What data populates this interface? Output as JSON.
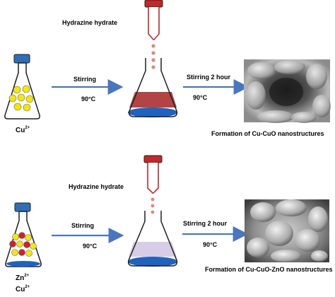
{
  "colors": {
    "outline": "#1f1f1f",
    "cap_blue": "#2f6fb5",
    "liquid_blue": "#1f63bf",
    "dropper_red": "#c0282a",
    "drop_dot": "#d98a7a",
    "red_solution": "#b34446",
    "lavender_solution": "#d7cde6",
    "cu_particle": "#f2e610",
    "zn_particle": "#d21f2a",
    "arrow_blue": "#4a76bf"
  },
  "top_row": {
    "reagent_label": "Hydrazine hydrate",
    "arrow1_label": "Stirring",
    "arrow1_temp": "90°C",
    "arrow2_label": "Stirring  2 hour",
    "arrow2_temp": "90°C",
    "ion_label": {
      "symbol": "Cu",
      "charge": "2+"
    },
    "result_caption": "Formation of Cu-CuO nanostructures"
  },
  "bottom_row": {
    "reagent_label": "Hydrazine hydrate",
    "arrow1_label": "Stirring",
    "arrow1_temp": "90°C",
    "arrow2_label": "Stirring  2 hour",
    "arrow2_temp": "90°C",
    "ion_labels": [
      {
        "symbol": "Zn",
        "charge": "2+"
      },
      {
        "symbol": "Cu",
        "charge": "2+"
      }
    ],
    "result_caption": "Formation of Cu-CuO-ZnO nanostructures"
  },
  "icons": {
    "flask": "erlenmeyer-flask-icon",
    "dropper": "dropper-icon",
    "arrow": "right-arrow-icon",
    "micrograph": "sem-micrograph-image"
  }
}
